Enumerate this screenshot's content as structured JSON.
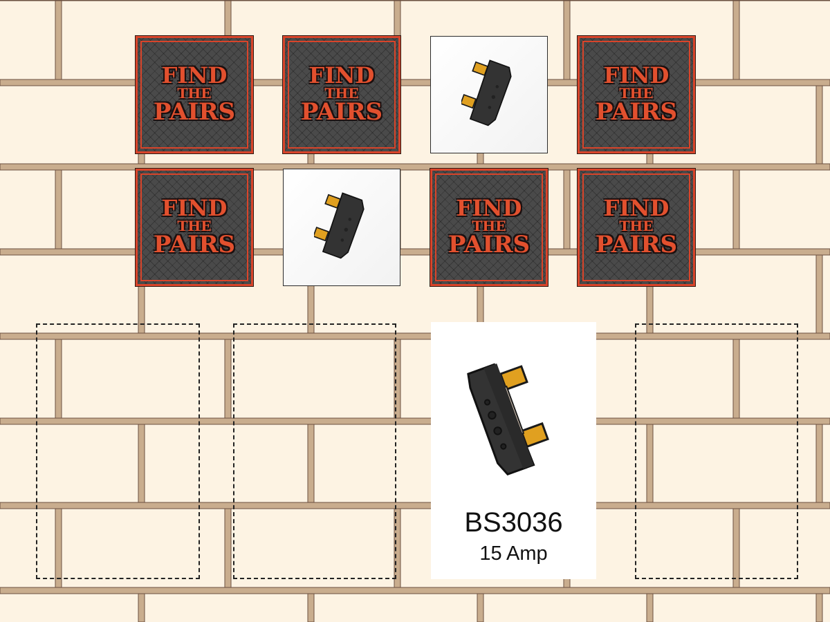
{
  "game": {
    "card_back": {
      "line1": "FIND",
      "line2": "THE",
      "line3": "PAIRS"
    },
    "cards": [
      {
        "state": "hidden"
      },
      {
        "state": "hidden"
      },
      {
        "state": "revealed",
        "item": "fuse-icon"
      },
      {
        "state": "hidden"
      },
      {
        "state": "hidden"
      },
      {
        "state": "revealed",
        "item": "fuse-icon"
      },
      {
        "state": "hidden"
      },
      {
        "state": "hidden"
      }
    ],
    "matched_card": {
      "name": "BS3036",
      "rating": "15 Amp"
    }
  },
  "colors": {
    "card_red": "#d9442a",
    "card_dark": "#4a4a4a",
    "fuse_orange": "#e0a020",
    "wall": "#fdf3e3",
    "mortar": "#c9ad8e"
  }
}
